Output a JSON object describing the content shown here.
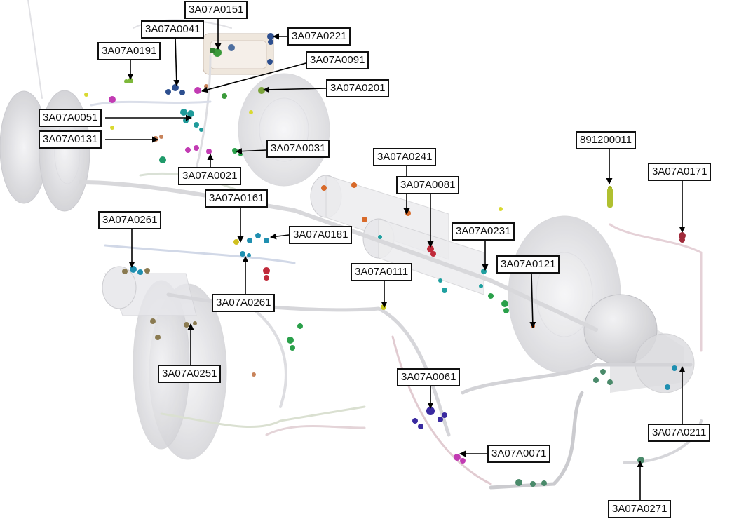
{
  "diagram": {
    "callouts": [
      {
        "id": "c01",
        "label": "3A07A0151"
      },
      {
        "id": "c02",
        "label": "3A07A0041"
      },
      {
        "id": "c03",
        "label": "3A07A0221"
      },
      {
        "id": "c04",
        "label": "3A07A0191"
      },
      {
        "id": "c05",
        "label": "3A07A0091"
      },
      {
        "id": "c06",
        "label": "3A07A0201"
      },
      {
        "id": "c07",
        "label": "3A07A0051"
      },
      {
        "id": "c08",
        "label": "3A07A0131"
      },
      {
        "id": "c09",
        "label": "3A07A0031"
      },
      {
        "id": "c10",
        "label": "3A07A0021"
      },
      {
        "id": "c11",
        "label": "891200011"
      },
      {
        "id": "c12",
        "label": "3A07A0241"
      },
      {
        "id": "c13",
        "label": "3A07A0171"
      },
      {
        "id": "c14",
        "label": "3A07A0081"
      },
      {
        "id": "c15",
        "label": "3A07A0161"
      },
      {
        "id": "c16",
        "label": "3A07A0261"
      },
      {
        "id": "c17",
        "label": "3A07A0181"
      },
      {
        "id": "c18",
        "label": "3A07A0231"
      },
      {
        "id": "c19",
        "label": "3A07A0121"
      },
      {
        "id": "c20",
        "label": "3A07A0111"
      },
      {
        "id": "c21",
        "label": "3A07A0261"
      },
      {
        "id": "c22",
        "label": "3A07A0251"
      },
      {
        "id": "c23",
        "label": "3A07A0061"
      },
      {
        "id": "c24",
        "label": "3A07A0211"
      },
      {
        "id": "c25",
        "label": "3A07A0071"
      },
      {
        "id": "c26",
        "label": "3A07A0271"
      }
    ]
  }
}
